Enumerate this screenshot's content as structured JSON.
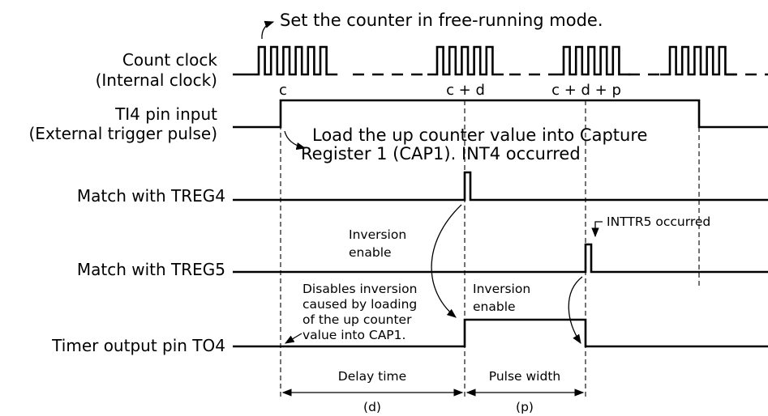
{
  "title_note": "Set the counter in free-running mode.",
  "signals": {
    "count_clock_line1": "Count clock",
    "count_clock_line2": "(Internal clock)",
    "ti4_line1": "TI4 pin input",
    "ti4_line2": "(External trigger pulse)",
    "match_treg4": "Match with TREG4",
    "match_treg5": "Match with TREG5",
    "timer_output": "Timer output pin TO4"
  },
  "clock_labels": [
    "c",
    "c + d",
    "c + d + p"
  ],
  "annotations": {
    "load_line1": "Load the up counter value into Capture",
    "load_line2": "Register 1 (CAP1). INT4 occurred",
    "inversion_enable_1_line1": "Inversion",
    "inversion_enable_1_line2": "enable",
    "inttr5": "INTTR5 occurred",
    "disables_line1": "Disables inversion",
    "disables_line2": "caused by loading",
    "disables_line3": "of the up counter",
    "disables_line4": "value into CAP1.",
    "inversion_enable_2_line1": "Inversion",
    "inversion_enable_2_line2": "enable"
  },
  "intervals": {
    "delay_label": "Delay time",
    "delay_symbol": "(d)",
    "pulse_label": "Pulse width",
    "pulse_symbol": "(p)"
  }
}
